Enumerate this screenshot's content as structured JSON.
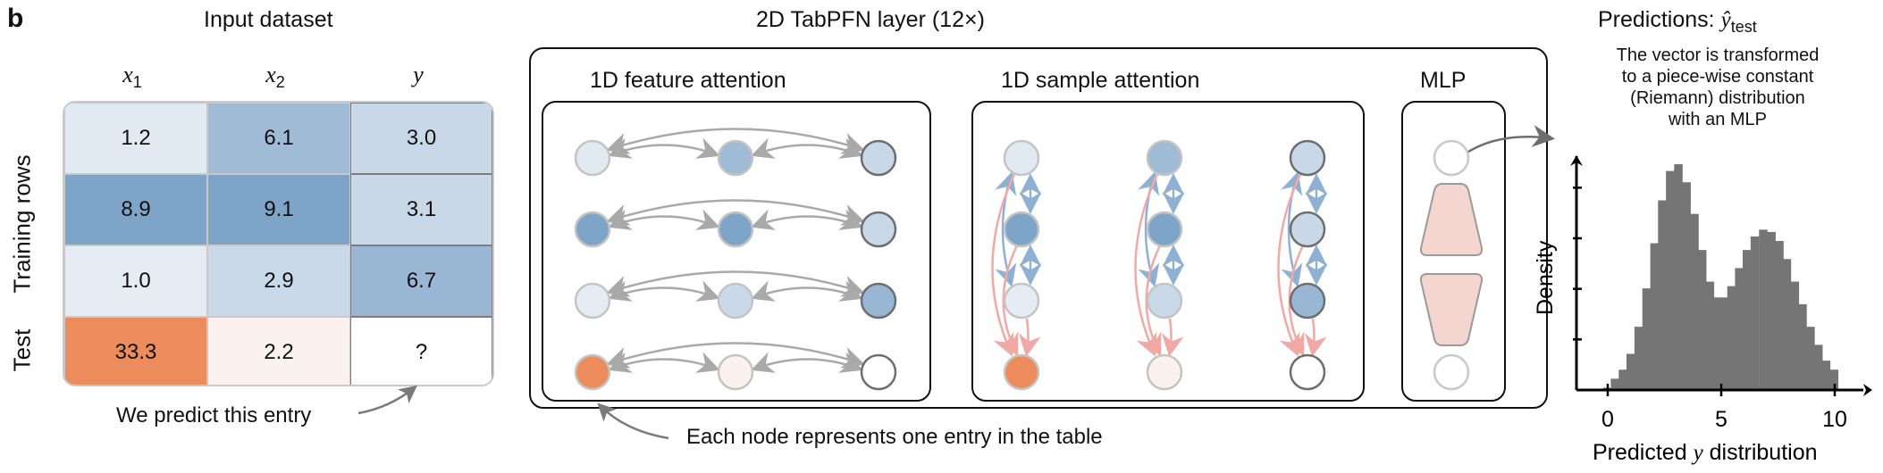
{
  "panel_label": "b",
  "input_dataset": {
    "title": "Input dataset",
    "columns": [
      {
        "name": "x",
        "sub": "1"
      },
      {
        "name": "x",
        "sub": "2"
      },
      {
        "name": "y",
        "sub": ""
      }
    ],
    "row_groups": [
      "Training rows",
      "Test"
    ],
    "rows": [
      {
        "group": "train",
        "cells": [
          {
            "value": "1.2",
            "color": "#e1e9f2"
          },
          {
            "value": "6.1",
            "color": "#a0bbd6"
          },
          {
            "value": "3.0",
            "color": "#c8d8e7"
          }
        ]
      },
      {
        "group": "train",
        "cells": [
          {
            "value": "8.9",
            "color": "#7ea5c7"
          },
          {
            "value": "9.1",
            "color": "#7ea5c7"
          },
          {
            "value": "3.1",
            "color": "#c8d8e7"
          }
        ]
      },
      {
        "group": "train",
        "cells": [
          {
            "value": "1.0",
            "color": "#e5ecf4"
          },
          {
            "value": "2.9",
            "color": "#c9d9e8"
          },
          {
            "value": "6.7",
            "color": "#99b7d4"
          }
        ]
      },
      {
        "group": "test",
        "cells": [
          {
            "value": "33.3",
            "color": "#ec8c5c"
          },
          {
            "value": "2.2",
            "color": "#fbf1ef"
          },
          {
            "value": "?",
            "color": "#ffffff"
          }
        ]
      }
    ],
    "annotation": "We predict this entry"
  },
  "tabpfn_layer": {
    "title": "2D TabPFN layer (12×)",
    "feature_attention": {
      "title": "1D feature attention"
    },
    "sample_attention": {
      "title": "1D sample attention"
    },
    "mlp": {
      "title": "MLP"
    },
    "node_annotation": "Each node represents one entry in the table",
    "colors": {
      "feature_arrow": "#a9a9a9",
      "sample_arrow_train": "#8fb0d2",
      "sample_arrow_test": "#f0a9a4",
      "mlp_fill": "#f5d5cf",
      "node_border_feature": "#c4c4c4",
      "node_border_target": "#6e6e6e"
    }
  },
  "predictions": {
    "title_prefix": "Predictions:",
    "title_symbol": "ŷ",
    "title_sub": "test",
    "note_lines": [
      "The vector is transformed",
      "to a piece-wise constant",
      "(Riemann) distribution",
      "with an MLP"
    ]
  },
  "chart_data": {
    "type": "bar",
    "title": "",
    "xlabel_prefix": "Predicted ",
    "xlabel_var": "y",
    "xlabel_suffix": " distribution",
    "ylabel": "Density",
    "xticks": [
      "0",
      "5",
      "10"
    ],
    "xlim": [
      -1.5,
      11.2
    ],
    "ylim": [
      0,
      1.05
    ],
    "bar_color": "#757575",
    "bin_width": 0.35,
    "bin_centers": [
      -0.04,
      0.31,
      0.66,
      1.0,
      1.35,
      1.7,
      2.05,
      2.39,
      2.74,
      3.1,
      3.46,
      3.81,
      4.15,
      4.49,
      4.81,
      5.12,
      5.44,
      5.78,
      6.12,
      6.47,
      6.84,
      7.2,
      7.55,
      7.88,
      8.23,
      8.57,
      8.92,
      9.27,
      9.61,
      9.96
    ],
    "values": [
      0.01,
      0.05,
      0.09,
      0.16,
      0.28,
      0.45,
      0.65,
      0.84,
      0.97,
      1.0,
      0.92,
      0.78,
      0.62,
      0.48,
      0.41,
      0.41,
      0.46,
      0.54,
      0.62,
      0.68,
      0.71,
      0.7,
      0.66,
      0.58,
      0.48,
      0.38,
      0.28,
      0.2,
      0.13,
      0.09
    ]
  }
}
